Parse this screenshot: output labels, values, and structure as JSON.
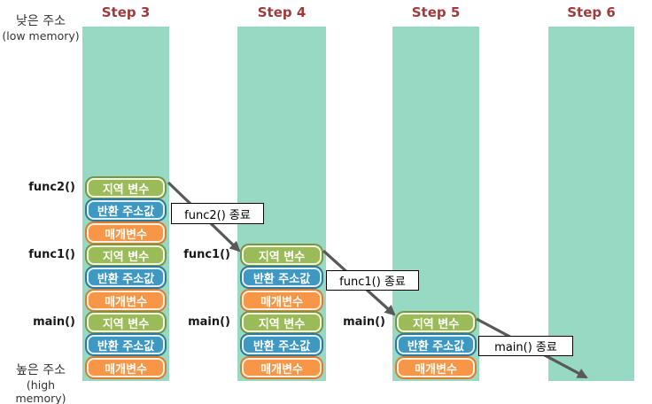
{
  "memory_labels": {
    "low_ko": "낮은 주소",
    "low_en": "(low memory)",
    "high_ko": "높은 주소",
    "high_en": "(high memory)"
  },
  "box_labels": {
    "local": "지역 변수",
    "return": "반환 주소값",
    "param": "매개변수"
  },
  "steps": [
    {
      "label": "Step 3",
      "functions": [
        "func2()",
        "func1()",
        "main()"
      ]
    },
    {
      "label": "Step 4",
      "functions": [
        "func1()",
        "main()"
      ]
    },
    {
      "label": "Step 5",
      "functions": [
        "main()"
      ]
    },
    {
      "label": "Step 6",
      "functions": []
    }
  ],
  "callouts": [
    "func2() 종료",
    "func1() 종료",
    "main() 종료"
  ],
  "colors": {
    "column_bg": "#97d9c2",
    "step_title": "#9e3b3b",
    "local_fill": "#9bbb59",
    "local_border": "#7a9640",
    "return_fill": "#3f98c2",
    "return_border": "#2e7a9e",
    "param_fill": "#f79646",
    "param_border": "#dd7d2a",
    "arrow": "#595959",
    "text": "#1a1a1a"
  }
}
